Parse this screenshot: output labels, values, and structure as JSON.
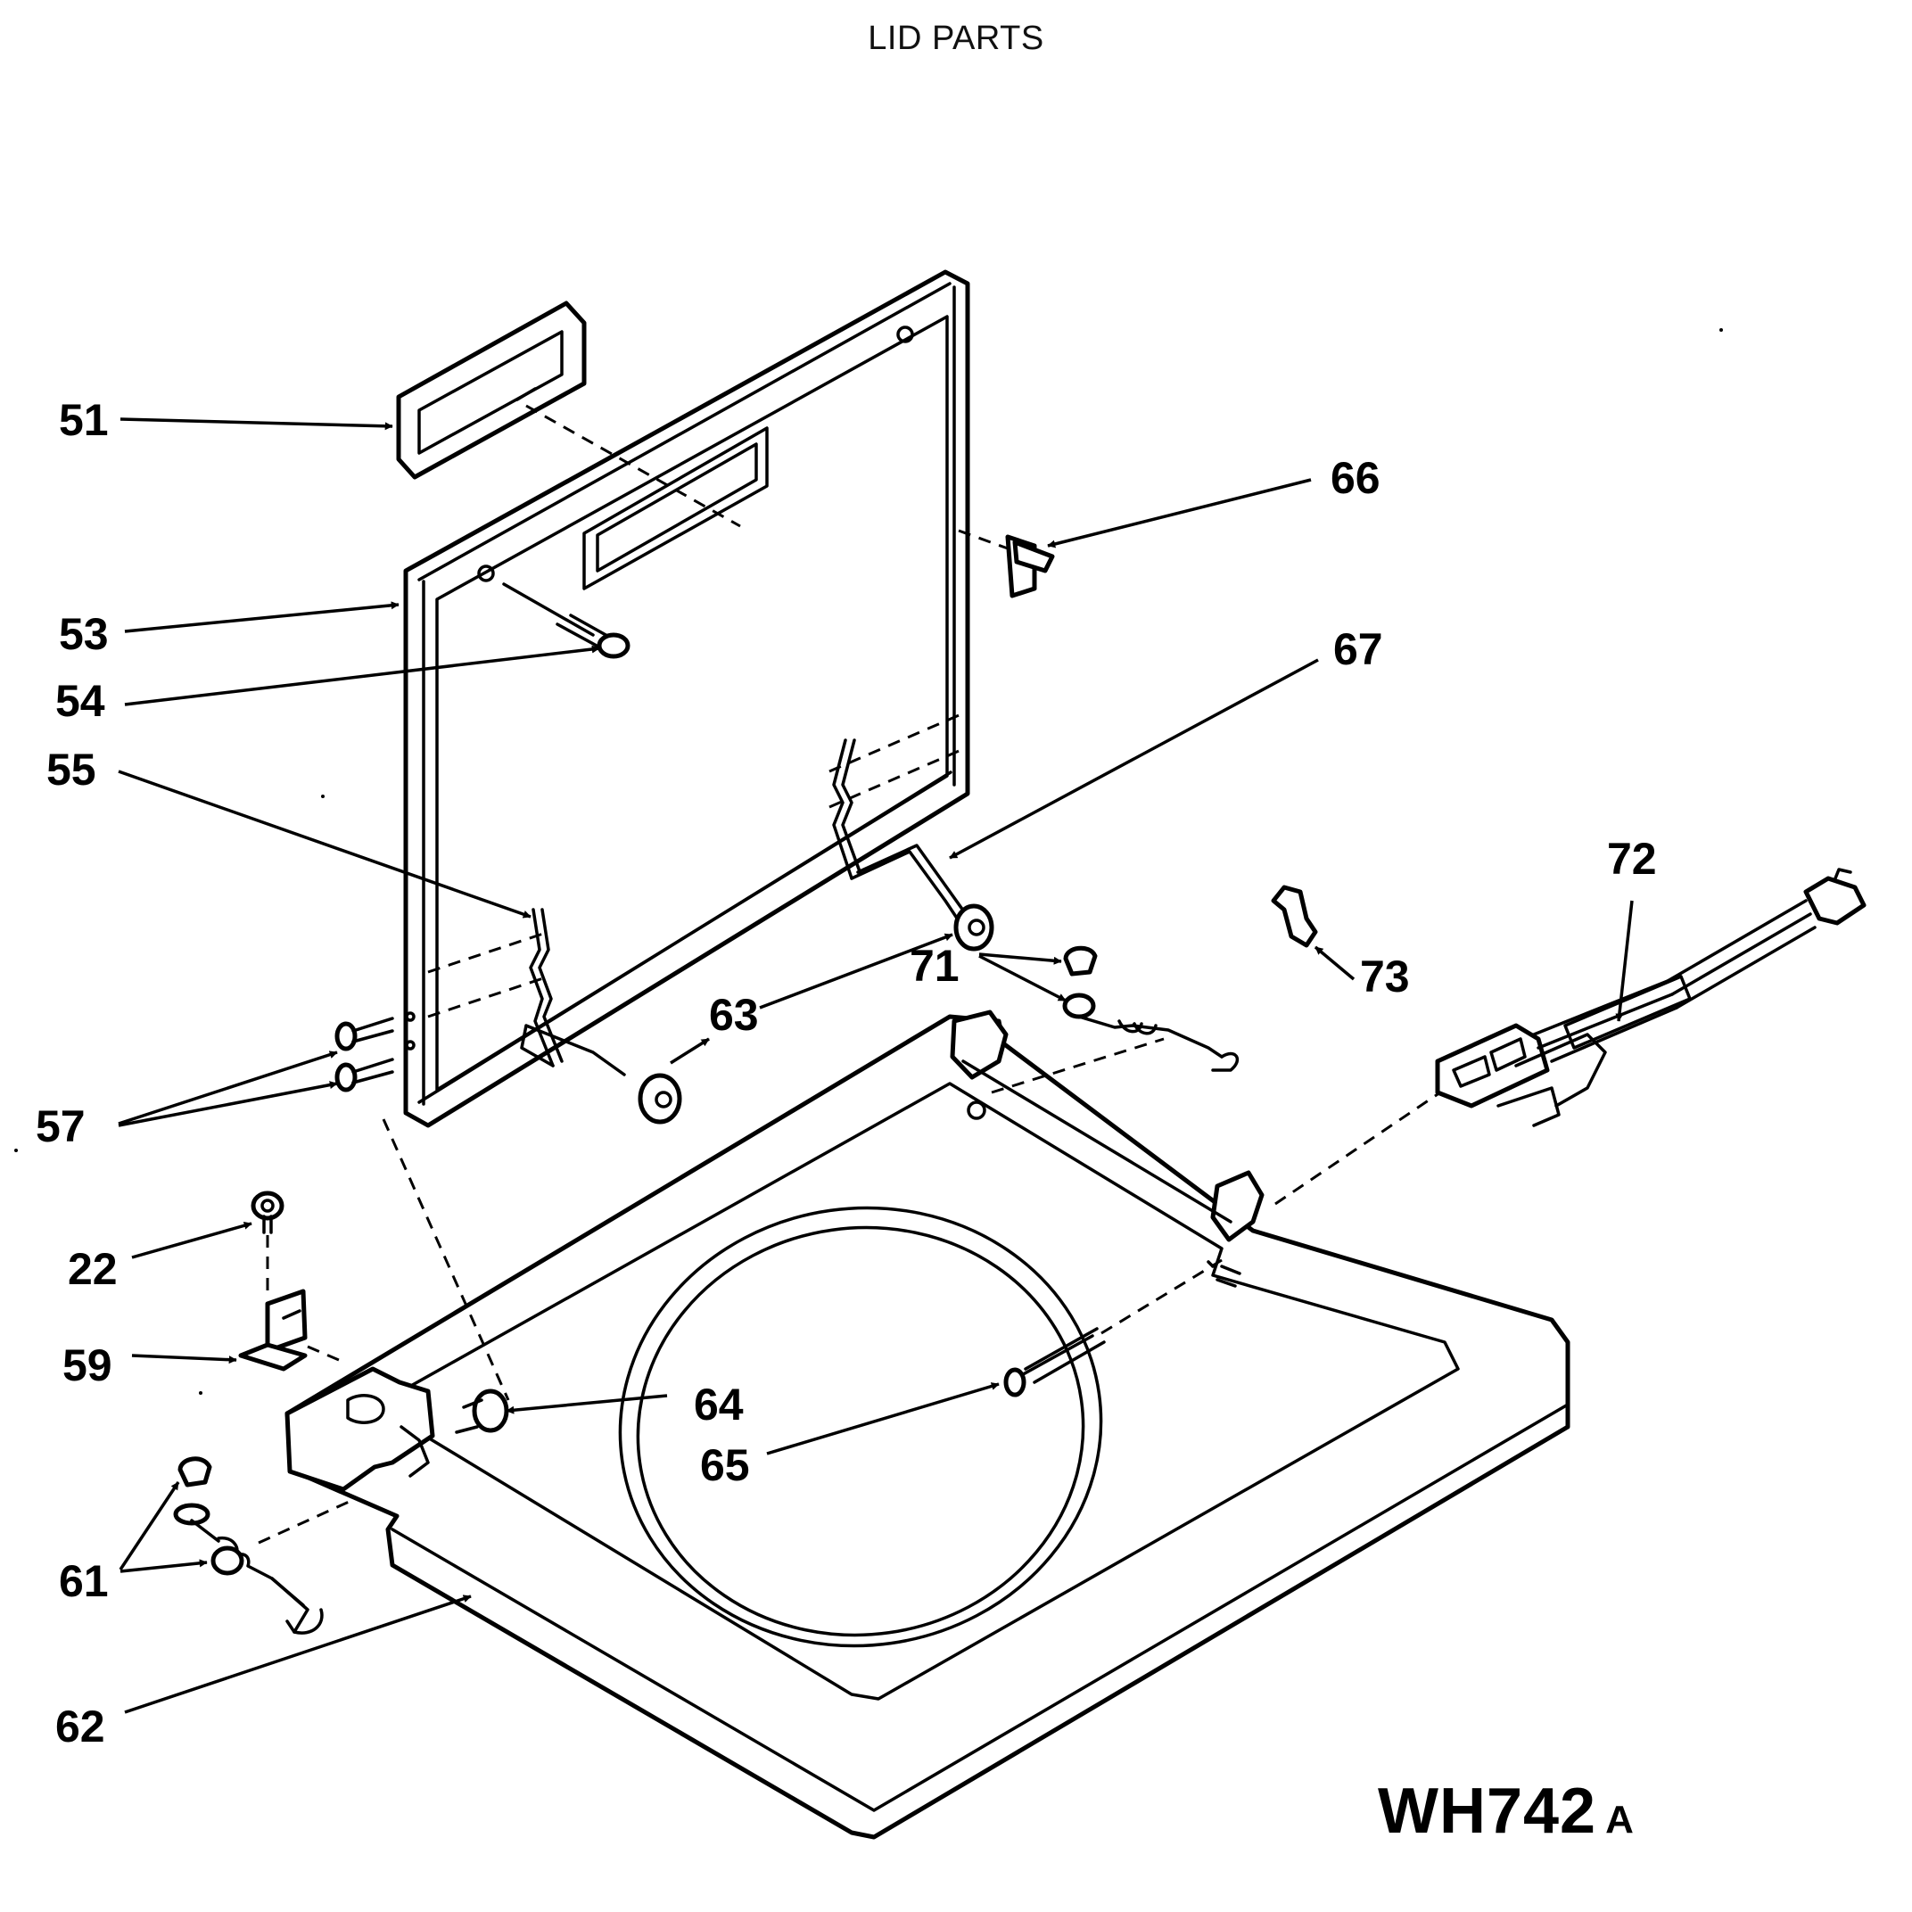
{
  "title": "LID PARTS",
  "diagram_code": "WH742",
  "diagram_code_suffix": "A",
  "callouts": {
    "c51": "51",
    "c53": "53",
    "c54": "54",
    "c55": "55",
    "c57": "57",
    "c22": "22",
    "c59": "59",
    "c61": "61",
    "c62": "62",
    "c63": "63",
    "c64": "64",
    "c65": "65",
    "c66": "66",
    "c67": "67",
    "c71": "71",
    "c72": "72",
    "c73": "73"
  }
}
